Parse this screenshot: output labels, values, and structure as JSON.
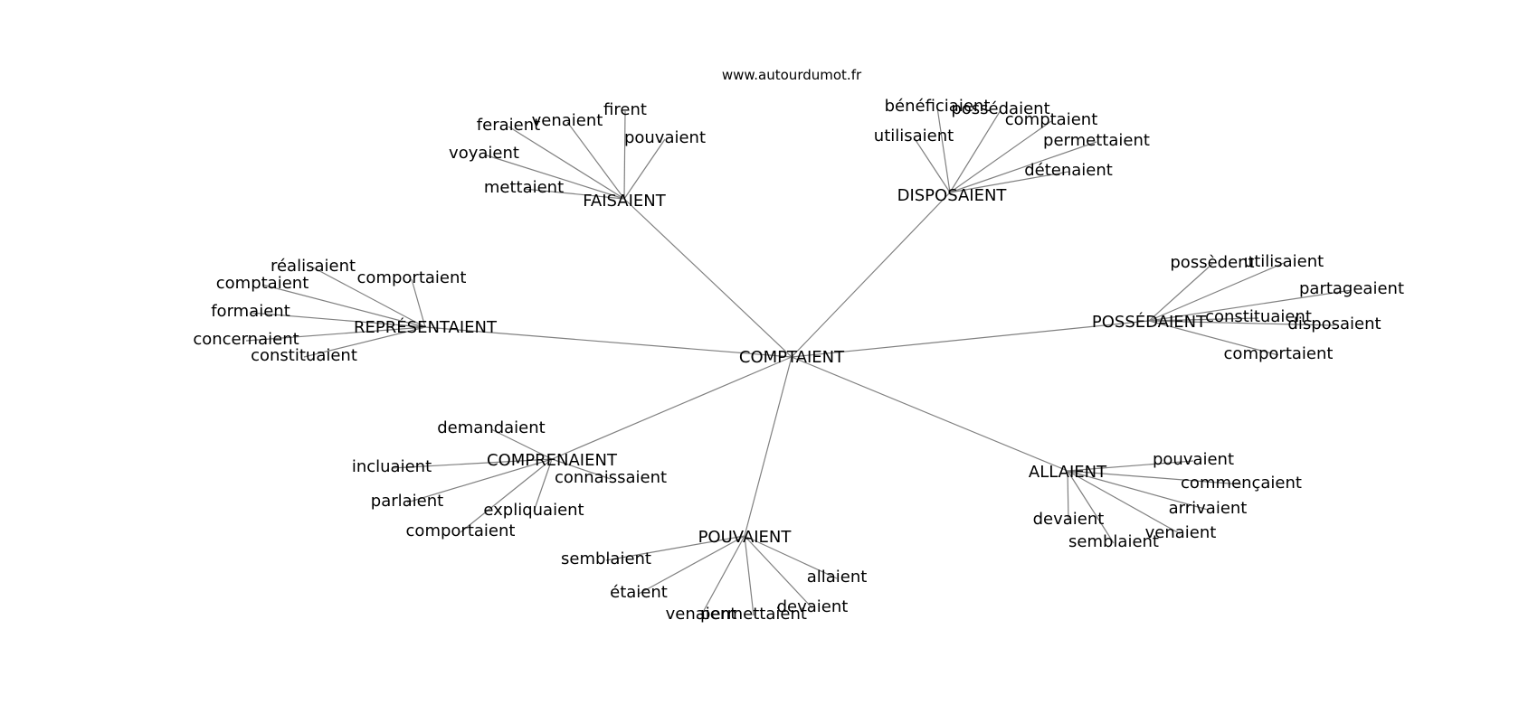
{
  "site": "www.autourdumot.fr",
  "center": {
    "word": "COMPTAIENT"
  },
  "groups": [
    {
      "word": "FAISAIENT",
      "neighbors": [
        "feraient",
        "venaient",
        "firent",
        "pouvaient",
        "voyaient",
        "mettaient"
      ]
    },
    {
      "word": "DISPOSAIENT",
      "neighbors": [
        "bénéficiaient",
        "possédaient",
        "comptaient",
        "permettaient",
        "utilisaient",
        "détenaient"
      ]
    },
    {
      "word": "REPRÉSENTAIENT",
      "neighbors": [
        "réalisaient",
        "comportaient",
        "comptaient",
        "formaient",
        "concernaient",
        "constituaient"
      ]
    },
    {
      "word": "POSSÉDAIENT",
      "neighbors": [
        "possèdent",
        "utilisaient",
        "partageaient",
        "constituaient",
        "disposaient",
        "comportaient"
      ]
    },
    {
      "word": "COMPRENAIENT",
      "neighbors": [
        "demandaient",
        "incluaient",
        "connaissaient",
        "parlaient",
        "expliquaient",
        "comportaient"
      ]
    },
    {
      "word": "POUVAIENT",
      "neighbors": [
        "semblaient",
        "allaient",
        "étaient",
        "devaient",
        "venaient",
        "permettaient"
      ]
    },
    {
      "word": "ALLAIENT",
      "neighbors": [
        "pouvaient",
        "commençaient",
        "arrivaient",
        "devaient",
        "venaient",
        "semblaient"
      ]
    }
  ]
}
